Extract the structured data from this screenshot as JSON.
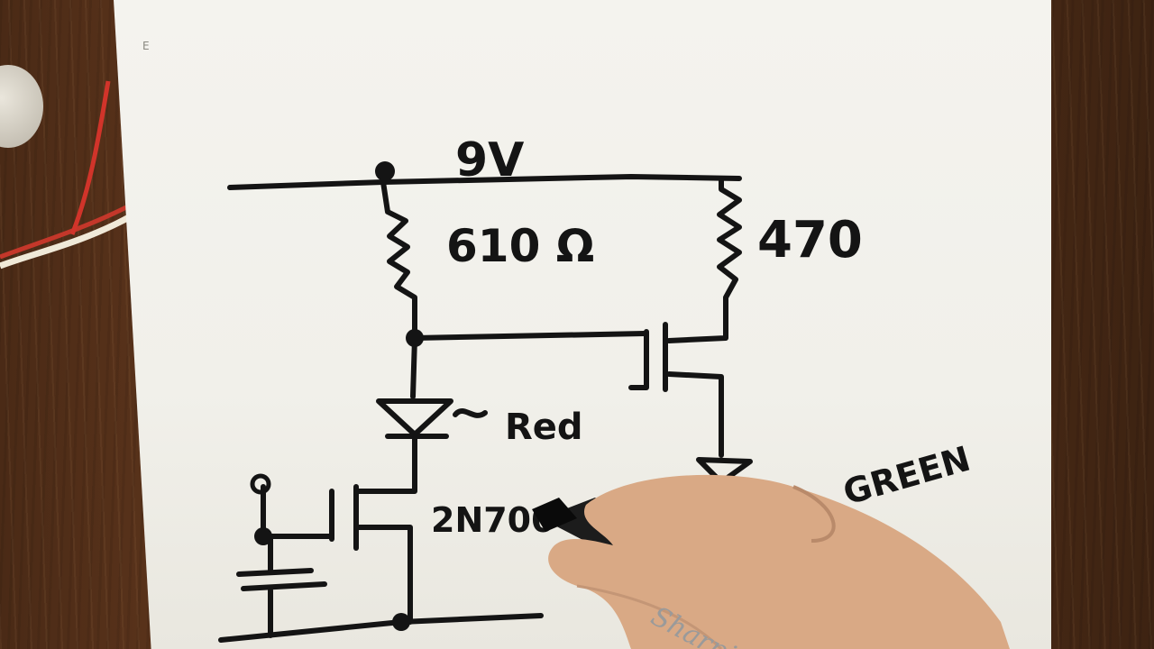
{
  "diagram": {
    "supply_label": "9V",
    "r1_label": "610 Ω",
    "r2_label": "470",
    "led1_label": "Red",
    "led2_label": "GREEN",
    "transistor_label": "2N700",
    "corner_mark": "E"
  },
  "colors": {
    "ink": "#141414",
    "paper": "#f2f1eb",
    "desk": "#5a3219"
  },
  "objects": {
    "marker_brand": "Sharpie"
  }
}
